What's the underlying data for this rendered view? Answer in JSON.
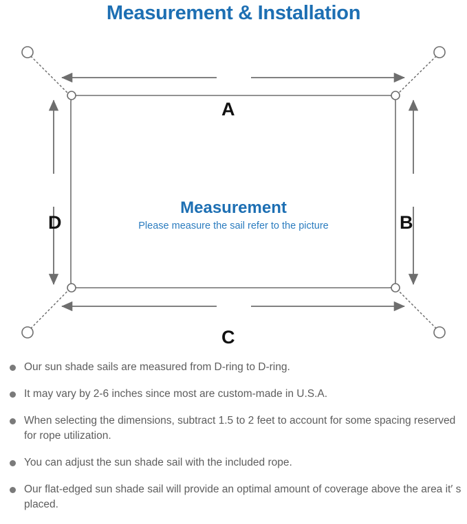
{
  "title": "Measurement & Installation",
  "diagram": {
    "center_title": "Measurement",
    "center_subtitle": "Please measure the sail refer to the picture",
    "dimensions": {
      "top": "A",
      "right": "B",
      "bottom": "C",
      "left": "D"
    },
    "colors": {
      "title_blue": "#1d6fb3",
      "subtitle_blue": "#2b7cbf",
      "line_gray": "#6e6e6e",
      "sail_outline": "#6e6e6e",
      "note_text": "#5d5d5d",
      "bullet": "#7a7a7a",
      "letter": "#111111",
      "background": "#ffffff"
    },
    "icon_names": {
      "anchor_point": "anchor-circle-icon",
      "d_ring": "d-ring-icon",
      "rope": "dotted-rope-line-icon",
      "dimension_arrow": "double-arrow-icon",
      "sail": "shade-sail-rectangle-icon"
    }
  },
  "notes": [
    "Our sun shade sails are measured from D-ring to D-ring.",
    "It may vary by 2-6 inches since most are custom-made in U.S.A.",
    "When selecting the dimensions, subtract 1.5 to 2 feet to account for some spacing reserved for rope utilization.",
    "You can adjust the sun shade sail with the included rope.",
    "Our flat-edged sun shade sail will provide an optimal amount of coverage above the area it′ s placed."
  ]
}
